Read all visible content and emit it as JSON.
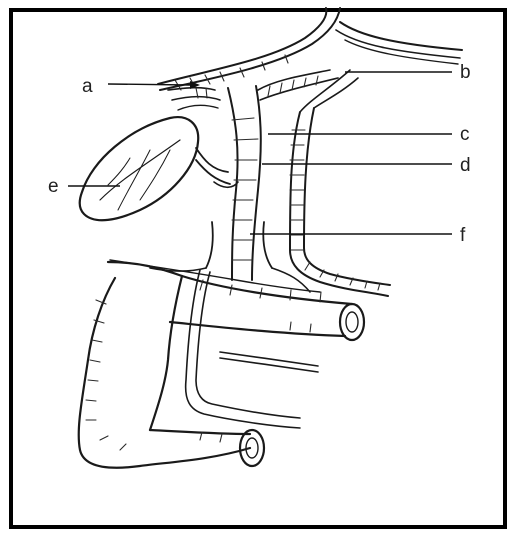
{
  "labels": {
    "a": "a",
    "b": "b",
    "c": "c",
    "d": "d",
    "e": "e",
    "f": "f"
  },
  "colors": {
    "ink": "#1a1a1a",
    "background": "#ffffff",
    "frame": "#000000"
  }
}
